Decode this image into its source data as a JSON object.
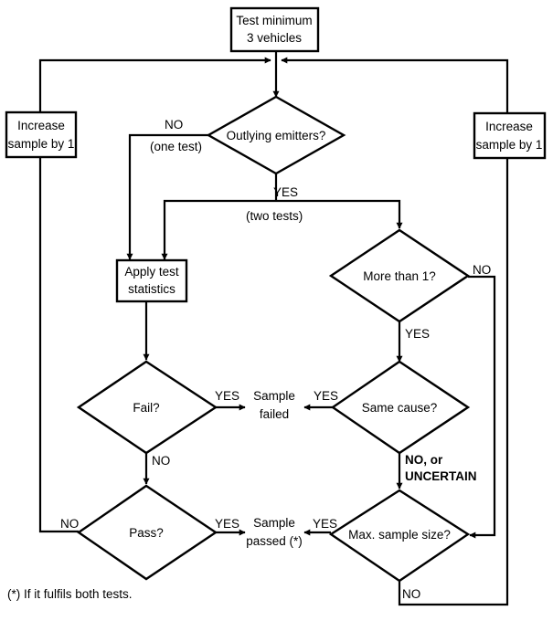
{
  "boxes": {
    "start_line1": "Test minimum",
    "start_line2": "3 vehicles",
    "increase_left_line1": "Increase",
    "increase_left_line2": "sample by 1",
    "increase_right_line1": "Increase",
    "increase_right_line2": "sample by 1",
    "apply_line1": "Apply test",
    "apply_line2": "statistics"
  },
  "decisions": {
    "outlying": "Outlying emitters?",
    "more_than_1": "More than 1?",
    "fail": "Fail?",
    "same_cause": "Same cause?",
    "pass": "Pass?",
    "max_sample": "Max. sample size?"
  },
  "outcomes": {
    "failed_line1": "Sample",
    "failed_line2": "failed",
    "passed_line1": "Sample",
    "passed_line2": "passed (*)"
  },
  "edge_labels": {
    "outlying_no": "NO",
    "outlying_no_note": "(one test)",
    "outlying_yes": "YES",
    "outlying_yes_note": "(two tests)",
    "more_no": "NO",
    "more_yes": "YES",
    "fail_yes": "YES",
    "fail_no": "NO",
    "same_yes": "YES",
    "same_no_line1": "NO, or",
    "same_no_line2": "UNCERTAIN",
    "pass_no": "NO",
    "pass_yes": "YES",
    "max_yes": "YES",
    "max_no": "NO"
  },
  "footnote": "(*) If it fulfils both tests."
}
